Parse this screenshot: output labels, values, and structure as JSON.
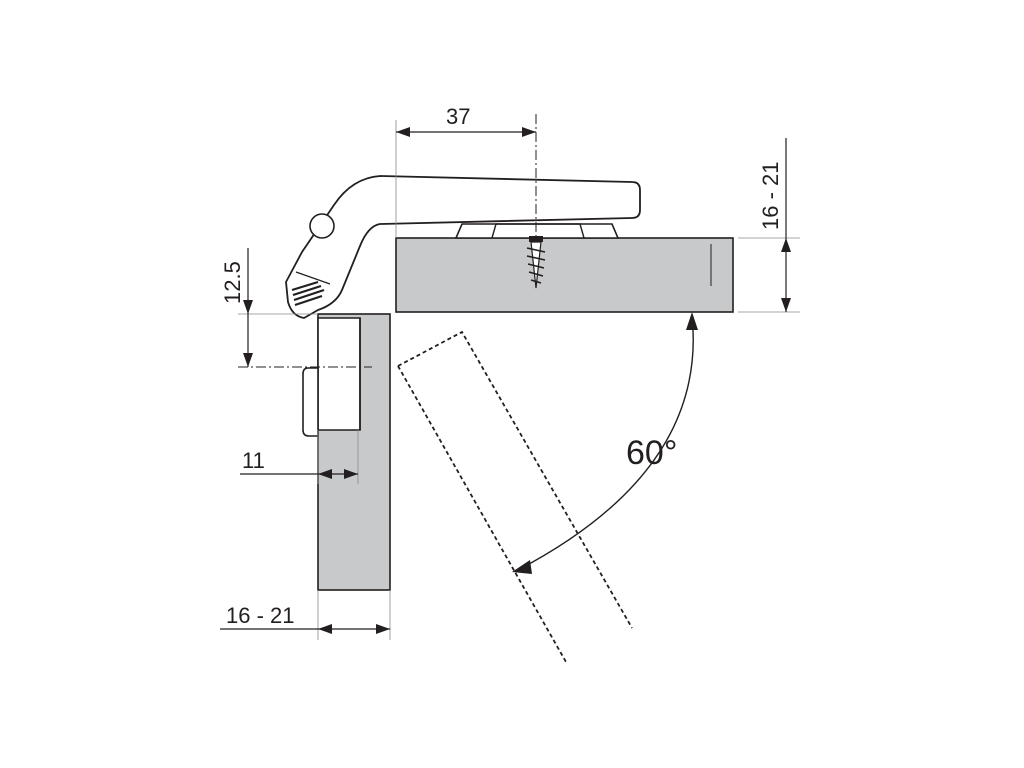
{
  "dimensions": {
    "hinge_offset": "37",
    "door_thickness": "16 - 21",
    "cabinet_side_thickness": "16 - 21",
    "vertical_offset": "12.5",
    "plate_offset": "11",
    "opening_angle": "60°"
  },
  "colors": {
    "panel_fill": "#c8c9cb",
    "hinge_fill": "#ffffff",
    "line": "#231f20",
    "dim_line": "#8a8a8a"
  }
}
